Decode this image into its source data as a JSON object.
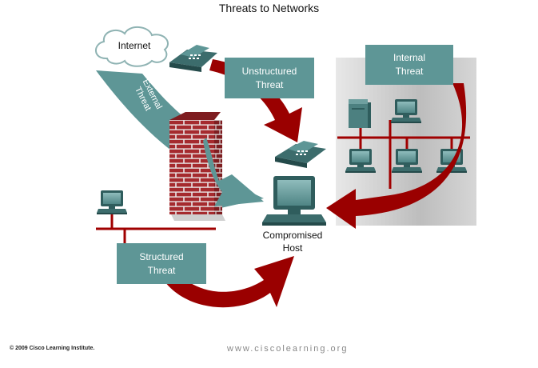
{
  "title": "Threats to Networks",
  "labels": {
    "internet": "Internet",
    "external_threat_line1": "External",
    "external_threat_line2": "Threat",
    "unstructured_line1": "Unstructured",
    "unstructured_line2": "Threat",
    "internal_line1": "Internal",
    "internal_line2": "Threat",
    "structured_line1": "Structured",
    "structured_line2": "Threat",
    "compromised_line1": "Compromised",
    "compromised_line2": "Host"
  },
  "footer": {
    "copyright": "© 2009 Cisco Learning Institute.",
    "website": "www.ciscolearning.org"
  },
  "colors": {
    "box_teal": "#5e9696",
    "arrow_red": "#990000",
    "brick_red": "#a8282c",
    "internal_zone": "#d9d9d9"
  }
}
